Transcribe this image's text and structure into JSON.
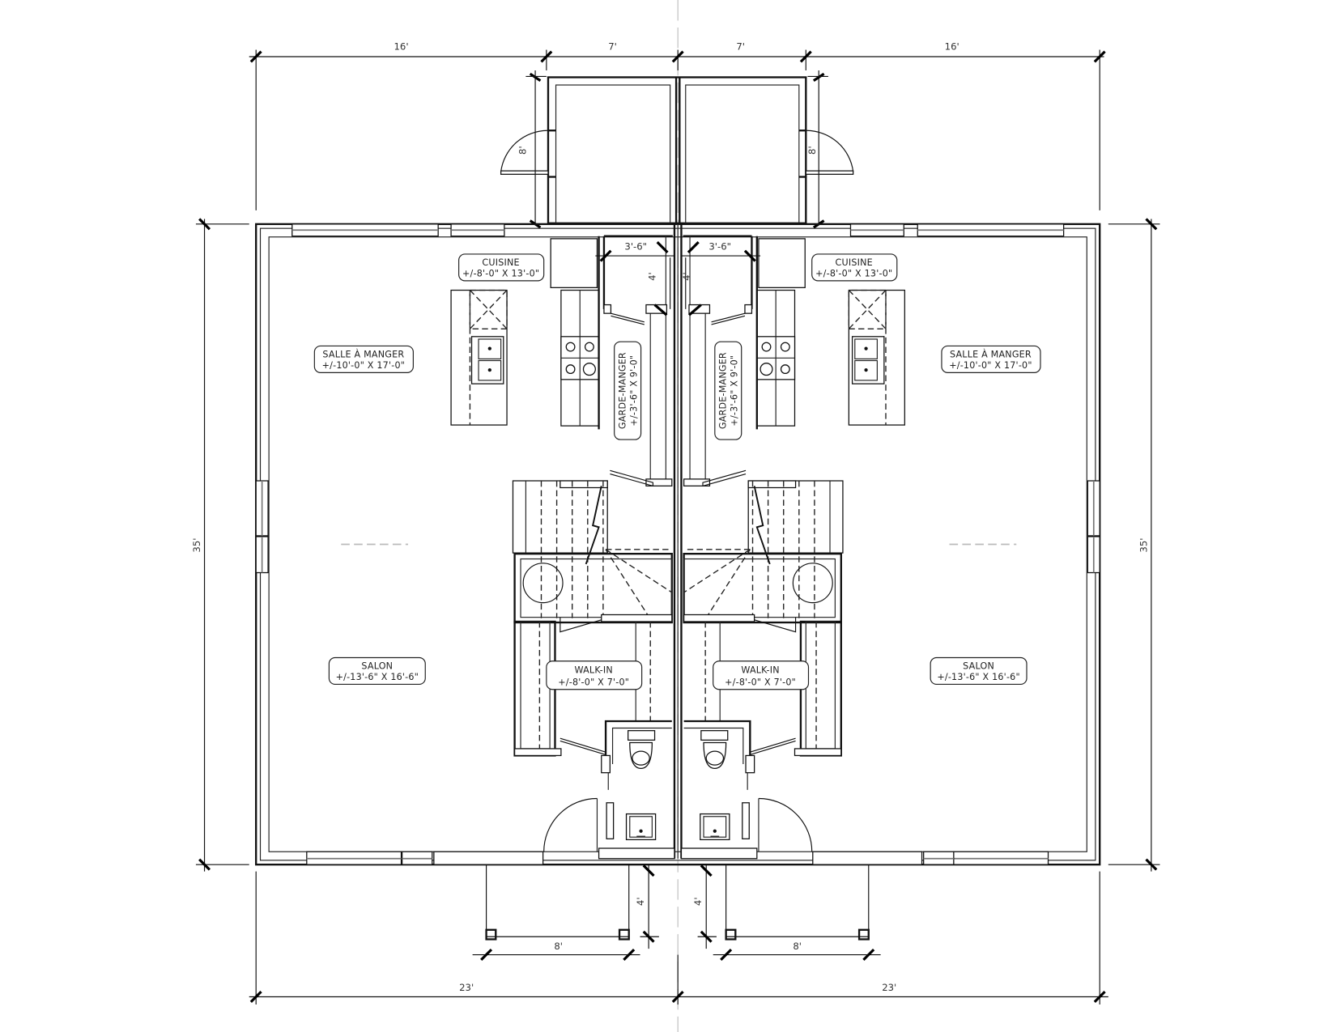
{
  "drawing": {
    "type": "floor plan",
    "description": "Jumelé (semi-detached) ground floor plan, two mirrored units"
  },
  "dimensions": {
    "top": [
      "16'",
      "7'",
      "7'",
      "16'"
    ],
    "bottom_total": [
      "23'",
      "23'"
    ],
    "left_side": "35'",
    "right_side": "35'",
    "rear_steps": [
      "8'",
      "8'"
    ],
    "entry_closet": [
      "3'-6\"",
      "3'-6\""
    ],
    "entry_closet_depth": [
      "4'",
      "4'"
    ],
    "porch_depth": [
      "4'",
      "4'"
    ],
    "porch_width": [
      "8'",
      "8'"
    ]
  },
  "rooms": {
    "left": {
      "cuisine": {
        "name": "CUISINE",
        "size": "+/-8'-0\" X 13'-0\""
      },
      "salle_a_manger": {
        "name": "SALLE À MANGER",
        "size": "+/-10'-0\" X 17'-0\""
      },
      "garde_manger": {
        "name": "GARDE-MANGER",
        "size": "+/-3'-6\" X 9'-0\""
      },
      "salon": {
        "name": "SALON",
        "size": "+/-13'-6\" X 16'-6\""
      },
      "walk_in": {
        "name": "WALK-IN",
        "size": "+/-8'-0\" X 7'-0\""
      }
    },
    "right": {
      "cuisine": {
        "name": "CUISINE",
        "size": "+/-8'-0\" X 13'-0\""
      },
      "salle_a_manger": {
        "name": "SALLE À MANGER",
        "size": "+/-10'-0\" X 17'-0\""
      },
      "garde_manger": {
        "name": "GARDE-MANGER",
        "size": "+/-3'-6\" X 9'-0\""
      },
      "salon": {
        "name": "SALON",
        "size": "+/-13'-6\" X 16'-6\""
      },
      "walk_in": {
        "name": "WALK-IN",
        "size": "+/-8'-0\" X 7'-0\""
      }
    }
  }
}
